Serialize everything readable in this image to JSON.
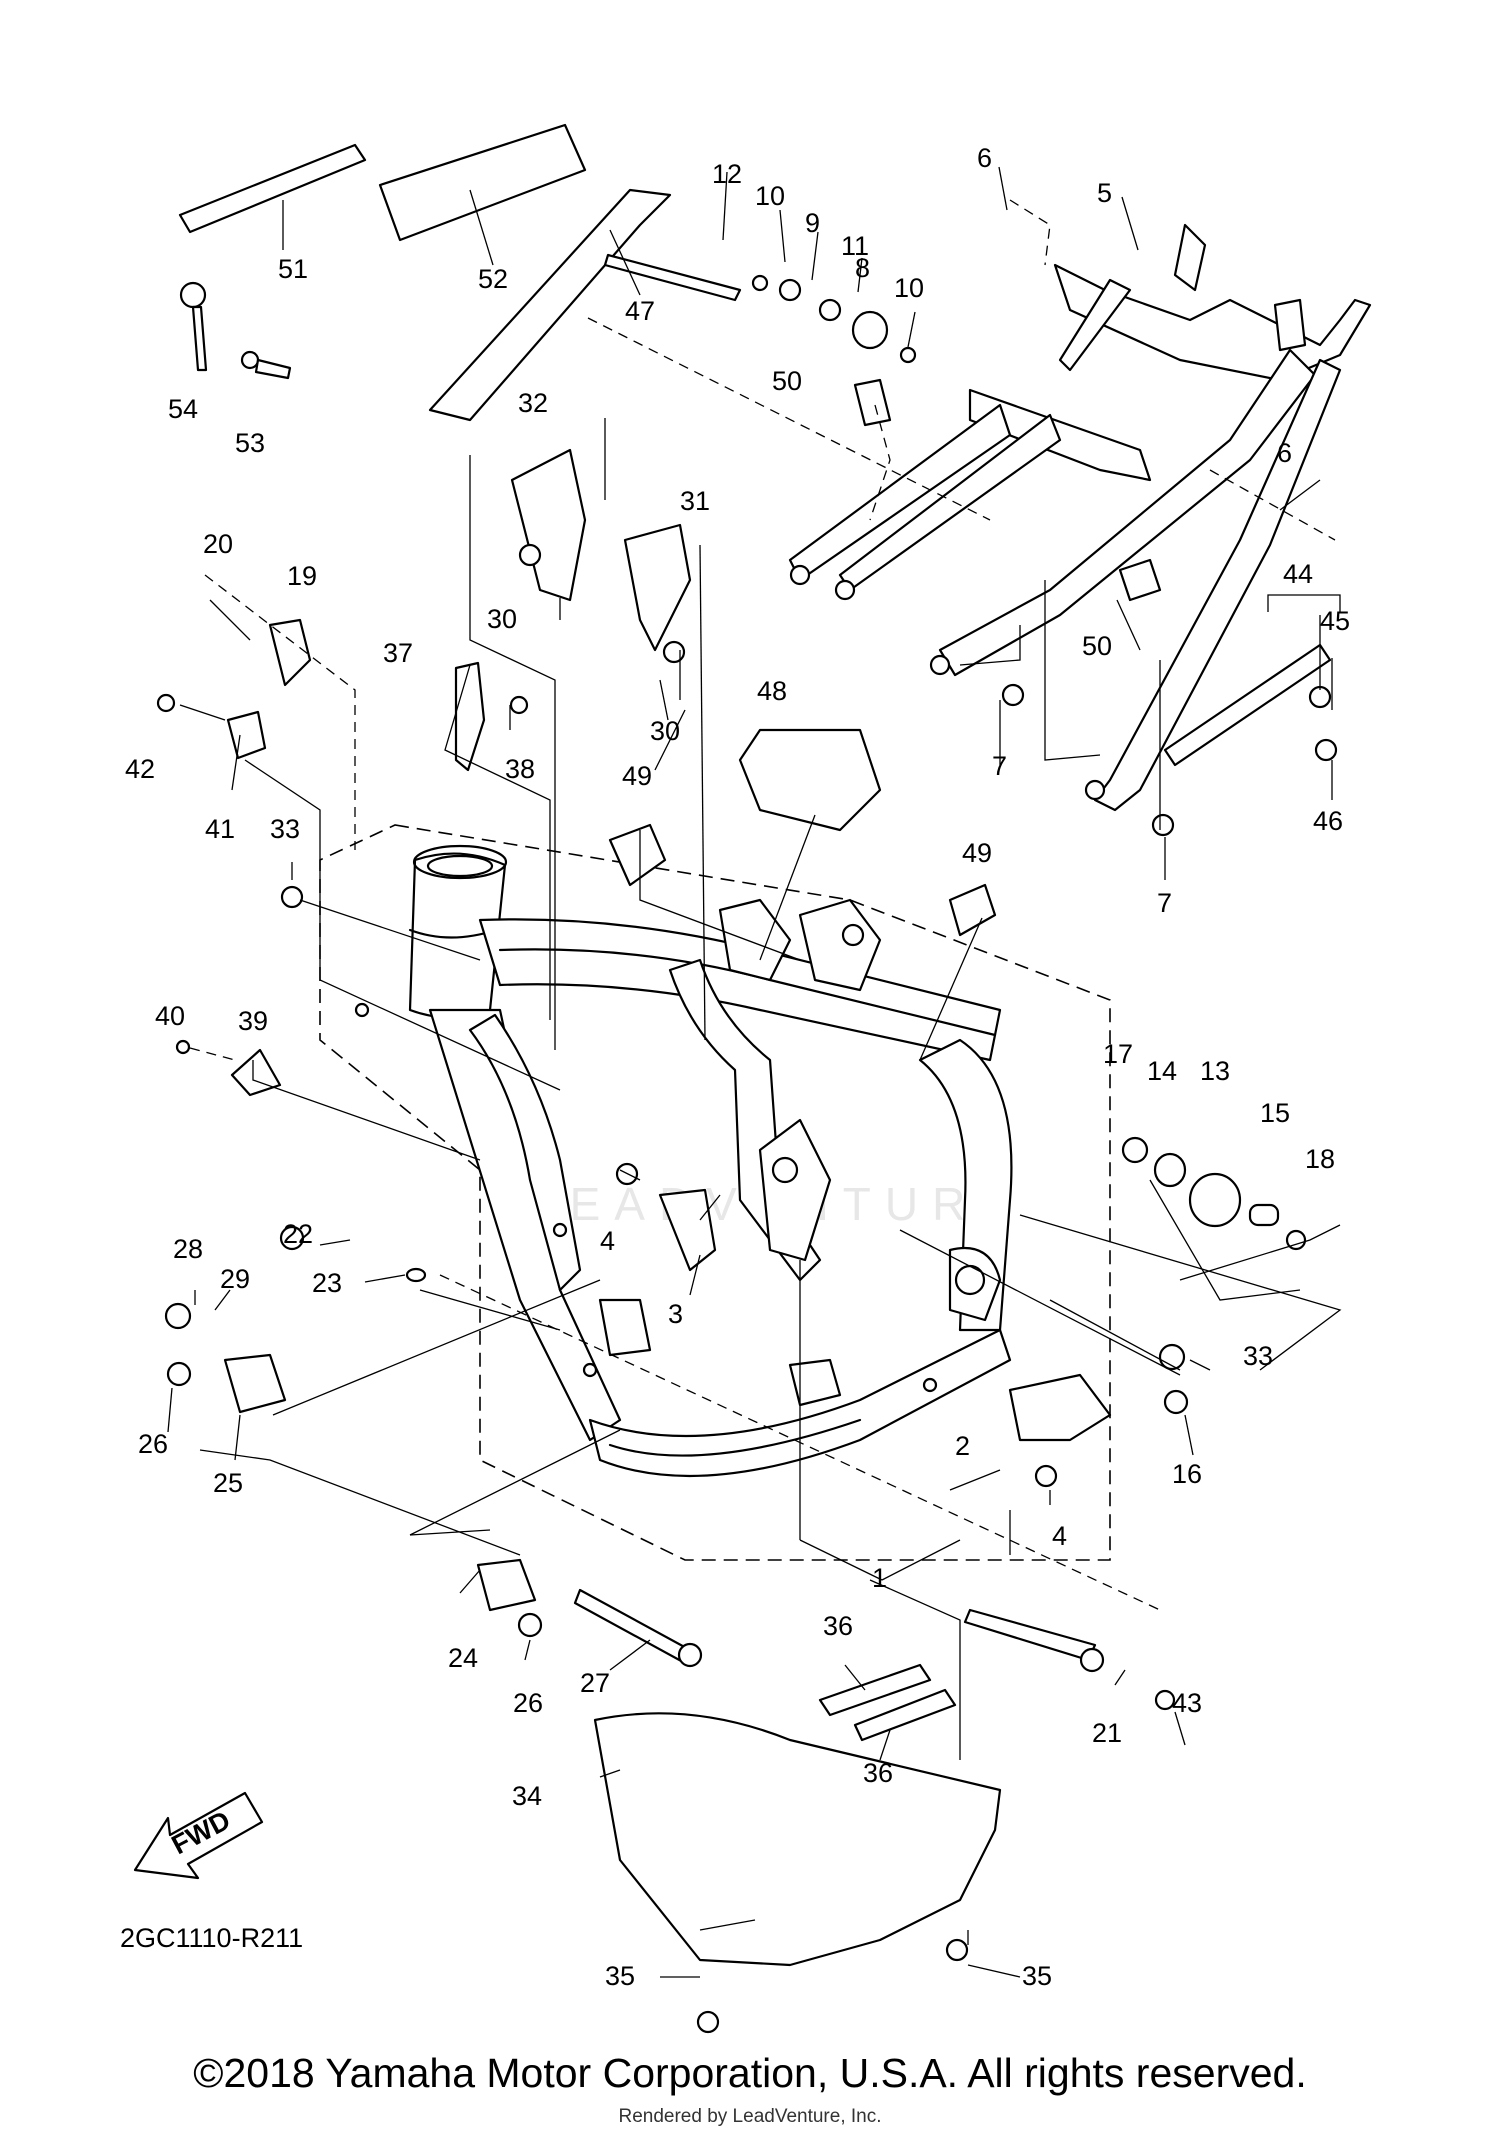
{
  "diagram": {
    "part_numbers": [
      "1",
      "2",
      "3",
      "4",
      "5",
      "6",
      "7",
      "8",
      "9",
      "10",
      "11",
      "12",
      "13",
      "14",
      "15",
      "16",
      "17",
      "18",
      "19",
      "20",
      "21",
      "22",
      "23",
      "24",
      "25",
      "26",
      "27",
      "28",
      "29",
      "30",
      "31",
      "32",
      "33",
      "34",
      "35",
      "36",
      "37",
      "38",
      "39",
      "40",
      "41",
      "42",
      "43",
      "44",
      "45",
      "46",
      "47",
      "48",
      "49",
      "50",
      "51",
      "52",
      "53",
      "54"
    ],
    "diagram_code": "2GC1110-R211",
    "fwd_label": "FWD",
    "watermark": "LEADVENTURE"
  },
  "footer": {
    "copyright": "©2018 Yamaha Motor Corporation, U.S.A. All rights reserved.",
    "rendered_by": "Rendered by LeadVenture, Inc."
  }
}
